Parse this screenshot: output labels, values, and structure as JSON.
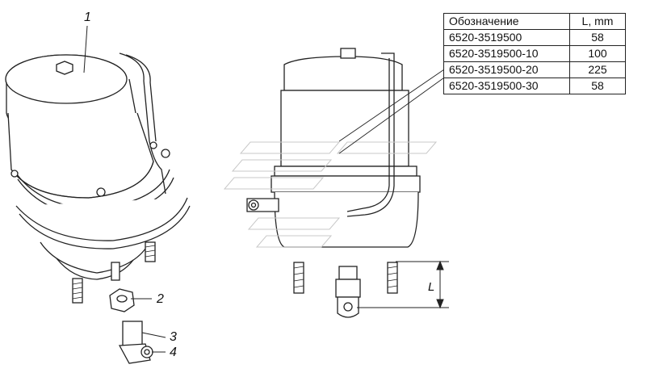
{
  "table": {
    "headers": {
      "designation": "Обозначение",
      "length": "L, mm"
    },
    "rows": [
      {
        "designation": "6520-3519500",
        "length": "58"
      },
      {
        "designation": "6520-3519500-10",
        "length": "100"
      },
      {
        "designation": "6520-3519500-20",
        "length": "225"
      },
      {
        "designation": "6520-3519500-30",
        "length": "58"
      }
    ]
  },
  "callouts": {
    "chamber": "1",
    "nut": "2",
    "fork": "3",
    "pin": "4"
  },
  "dimension": {
    "label": "L"
  }
}
